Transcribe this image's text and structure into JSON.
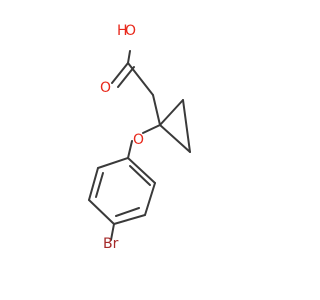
{
  "colors": {
    "bond": "#3a3a3a",
    "oxygen": "#e8291c",
    "bromine": "#a52a2a",
    "background": "#ffffff"
  },
  "labels": {
    "hydroxyl_oxygen": "O",
    "hydroxyl_hydrogen": "H",
    "carbonyl_oxygen": "O",
    "ether_oxygen": "O",
    "bromine": "Br"
  }
}
